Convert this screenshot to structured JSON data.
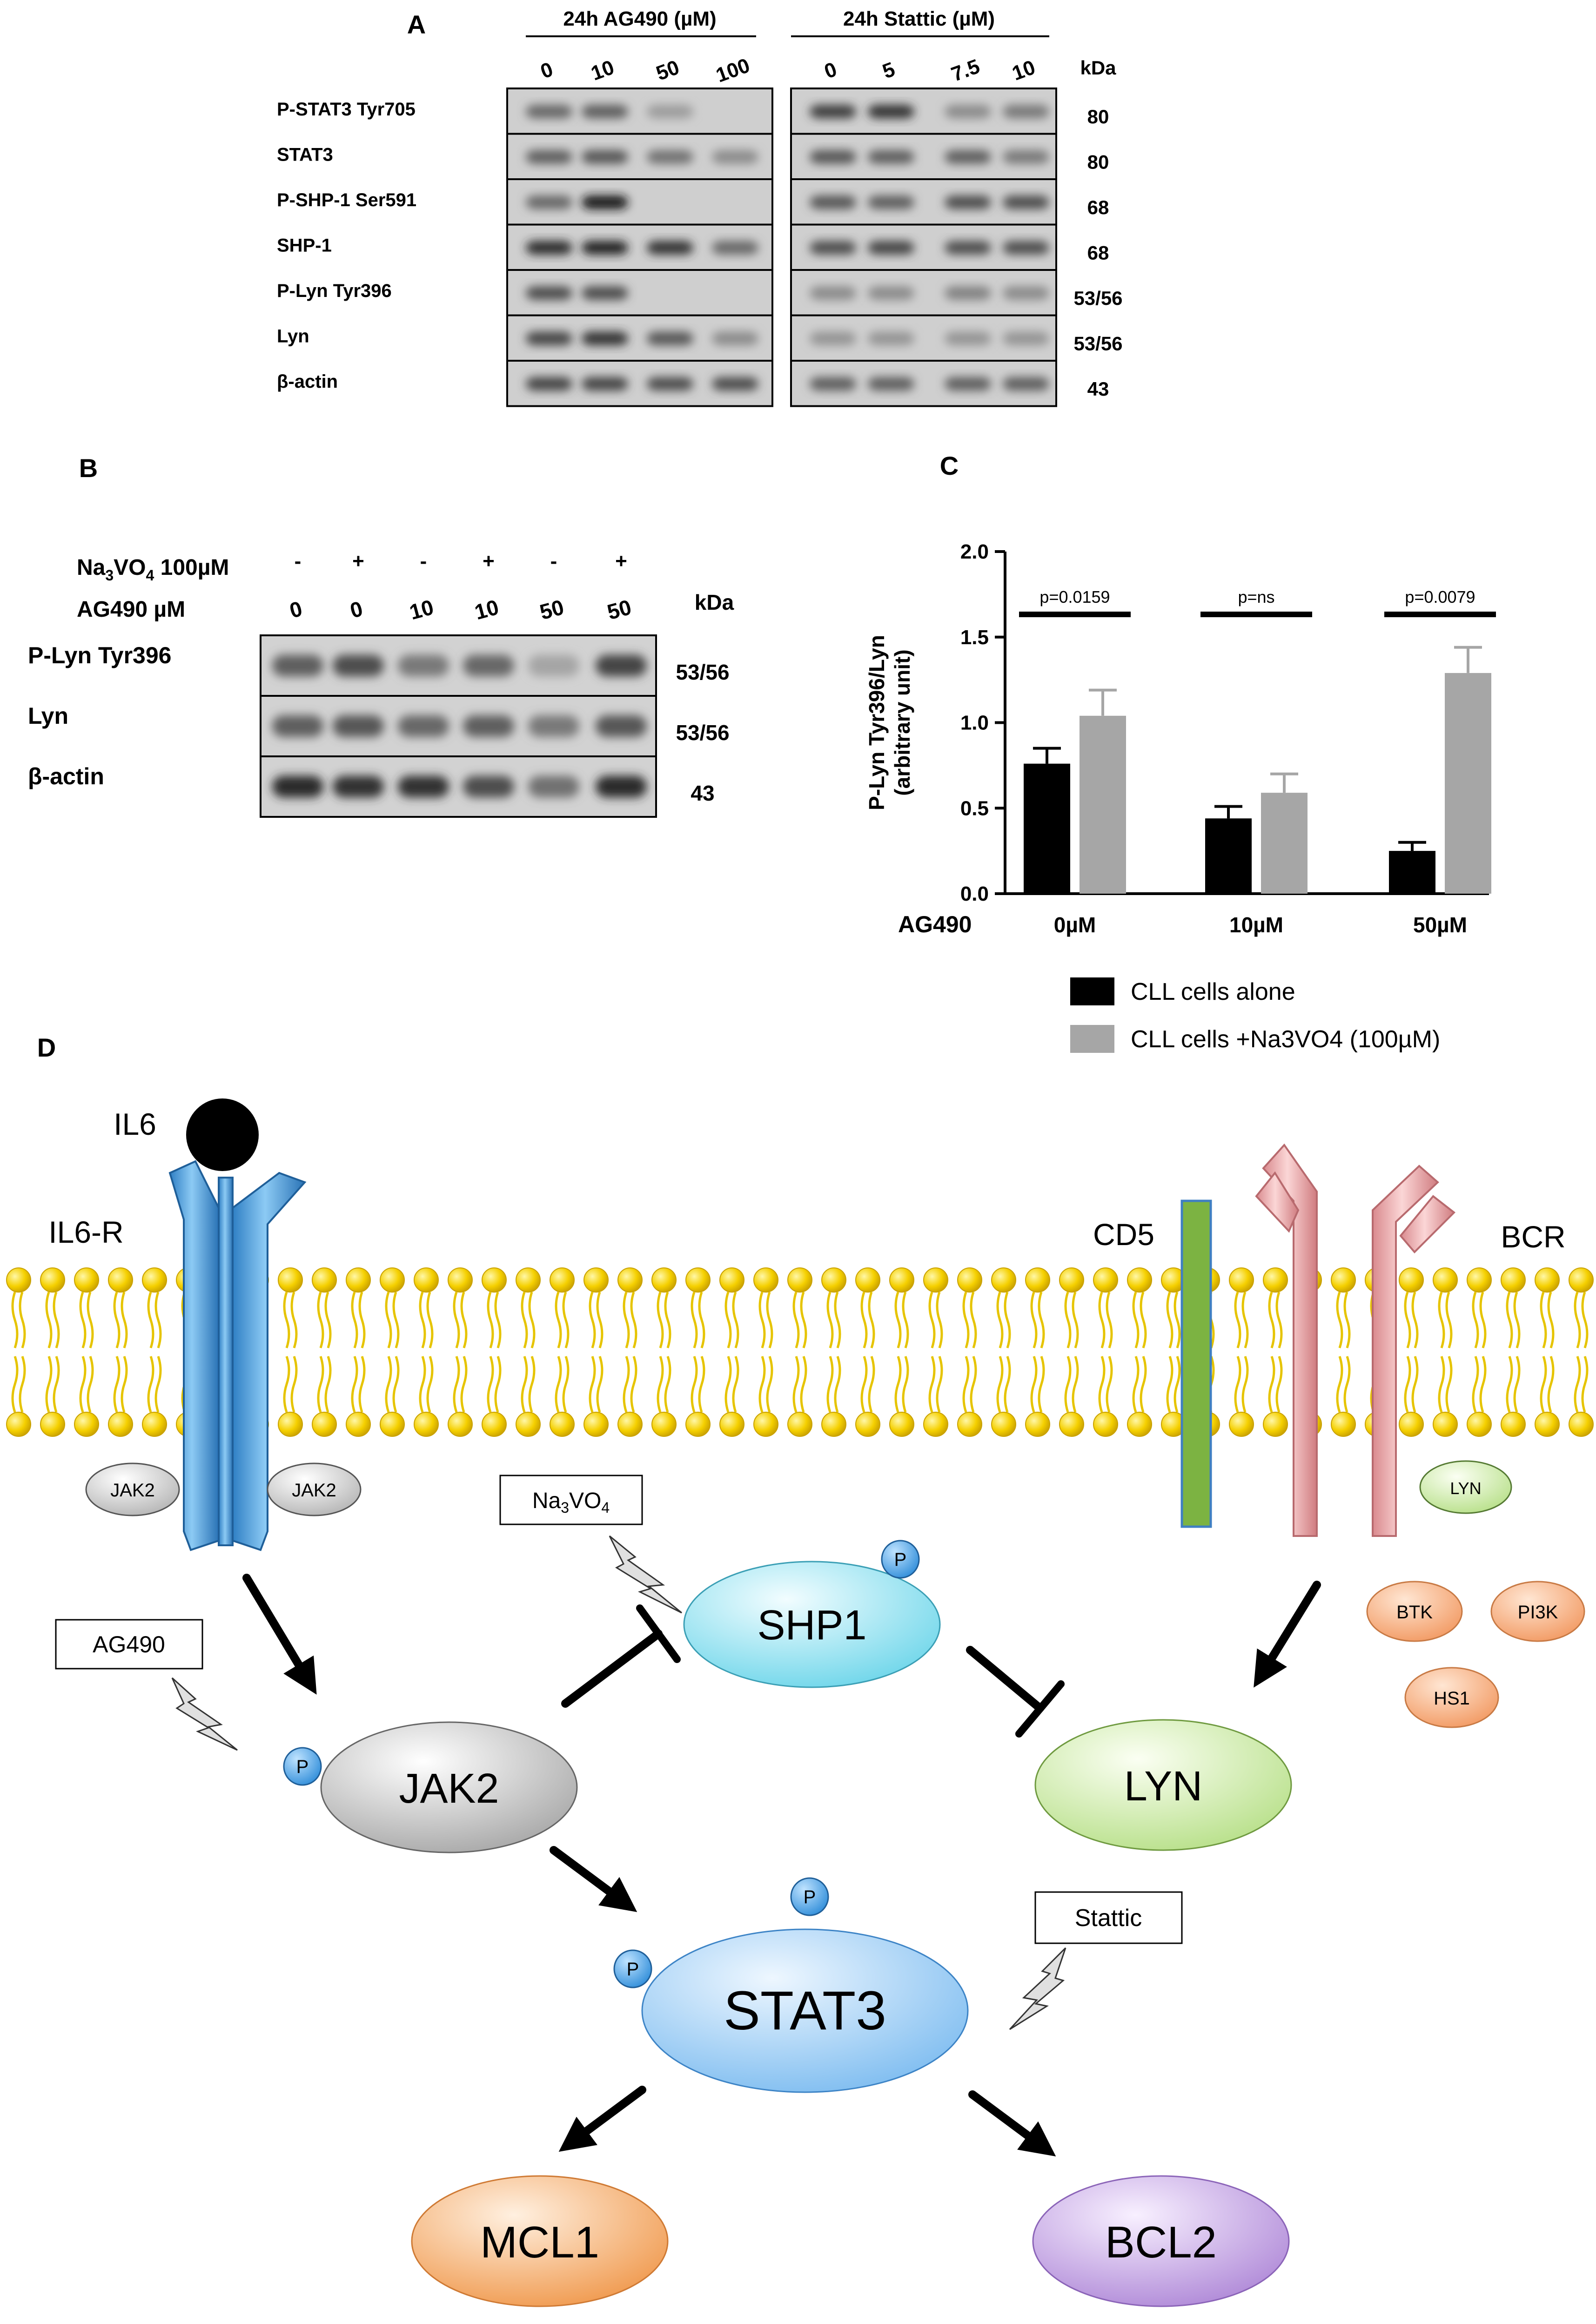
{
  "panel_a": {
    "label": "A",
    "group1_title": "24h AG490 (µM)",
    "group2_title": "24h Stattic (µM)",
    "group1_lanes": [
      "0",
      "10",
      "50",
      "100"
    ],
    "group2_lanes": [
      "0",
      "5",
      "7.5",
      "10"
    ],
    "kda_header": "kDa",
    "rows": [
      {
        "label": "P-STAT3 Tyr705",
        "kda": "80",
        "g1": [
          0.55,
          0.6,
          0.25,
          0.05
        ],
        "g2": [
          0.8,
          0.85,
          0.35,
          0.45
        ]
      },
      {
        "label": "STAT3",
        "kda": "80",
        "g1": [
          0.6,
          0.65,
          0.5,
          0.35
        ],
        "g2": [
          0.65,
          0.6,
          0.6,
          0.45
        ]
      },
      {
        "label": "P-SHP-1 Ser591",
        "kda": "68",
        "g1": [
          0.55,
          1.0,
          0.05,
          0.05
        ],
        "g2": [
          0.65,
          0.6,
          0.7,
          0.7
        ]
      },
      {
        "label": "SHP-1",
        "kda": "68",
        "g1": [
          0.9,
          0.95,
          0.85,
          0.55
        ],
        "g2": [
          0.7,
          0.75,
          0.7,
          0.7
        ]
      },
      {
        "label": "P-Lyn Tyr396",
        "kda": "53/56",
        "g1": [
          0.7,
          0.7,
          0.05,
          0.05
        ],
        "g2": [
          0.35,
          0.35,
          0.4,
          0.35
        ]
      },
      {
        "label": "Lyn",
        "kda": "53/56",
        "g1": [
          0.75,
          0.85,
          0.65,
          0.35
        ],
        "g2": [
          0.3,
          0.3,
          0.3,
          0.3
        ]
      },
      {
        "label": "β-actin",
        "kda": "43",
        "g1": [
          0.75,
          0.75,
          0.7,
          0.7
        ],
        "g2": [
          0.6,
          0.6,
          0.6,
          0.6
        ]
      }
    ]
  },
  "panel_b": {
    "label": "B",
    "na_label_pre": "Na",
    "na_sub1": "3",
    "na_mid": "VO",
    "na_sub2": "4",
    "na_post": " 100µM",
    "na_signs": [
      "-",
      "+",
      "-",
      "+",
      "-",
      "+"
    ],
    "ag_label": "AG490 µM",
    "ag_values": [
      "0",
      "0",
      "10",
      "10",
      "50",
      "50"
    ],
    "kda_header": "kDa",
    "rows": [
      {
        "label": "P-Lyn Tyr396",
        "kda": "53/56",
        "bands": [
          0.6,
          0.7,
          0.45,
          0.55,
          0.2,
          0.75
        ]
      },
      {
        "label": "Lyn",
        "kda": "53/56",
        "bands": [
          0.6,
          0.65,
          0.55,
          0.6,
          0.45,
          0.65
        ]
      },
      {
        "label": "β-actin",
        "kda": "43",
        "bands": [
          0.9,
          0.85,
          0.85,
          0.7,
          0.5,
          0.9
        ]
      }
    ]
  },
  "panel_c": {
    "label": "C",
    "chart_data": {
      "type": "bar",
      "categories": [
        "0µM",
        "10µM",
        "50µM"
      ],
      "category_axis_label": "AG490",
      "ylabel_line1": "P-Lyn Tyr396/Lyn",
      "ylabel_line2": "(arbitrary unit)",
      "ylim": [
        0,
        2.0
      ],
      "yticks": [
        "0.0",
        "0.5",
        "1.0",
        "1.5",
        "2.0"
      ],
      "ytick_values": [
        0,
        0.5,
        1.0,
        1.5,
        2.0
      ],
      "series": [
        {
          "name": "CLL cells alone",
          "color": "#000000",
          "values": [
            0.76,
            0.44,
            0.25
          ],
          "errors": [
            0.09,
            0.07,
            0.05
          ]
        },
        {
          "name": "CLL cells +Na3VO4 (100µM)",
          "color": "#a6a6a6",
          "values": [
            1.04,
            0.59,
            1.29
          ],
          "errors": [
            0.15,
            0.11,
            0.15
          ]
        }
      ],
      "annotations": [
        "p=0.0159",
        "p=ns",
        "p=0.0079"
      ],
      "legend_position": "bottom"
    }
  },
  "panel_d": {
    "label": "D",
    "il6": "IL6",
    "il6r": "IL6-R",
    "cd5": "CD5",
    "bcr": "BCR",
    "jak2_small": "JAK2",
    "lyn_small": "LYN",
    "na_box_pre": "Na",
    "na_box_sub1": "3",
    "na_box_mid": "VO",
    "na_box_sub2": "4",
    "ag490_box": "AG490",
    "stattic_box": "Stattic",
    "shp1": "SHP1",
    "jak2": "JAK2",
    "lyn": "LYN",
    "stat3": "STAT3",
    "mcl1": "MCL1",
    "bcl2": "BCL2",
    "btk": "BTK",
    "pi3k": "PI3K",
    "hs1": "HS1",
    "p": "P",
    "colors": {
      "receptor_blue": "#5aa9e0",
      "bcr_pink": "#e8a3a6",
      "cd5_green": "#7cb342",
      "lipid_yellow": "#f5d000",
      "shp1_cyan": "#8fe3f2",
      "jak2_grey": "#d0d0d0",
      "lyn_green": "#d8f0b0",
      "stat3_blue": "#a9d2f5",
      "mcl1_orange": "#f6b77e",
      "bcl2_purple": "#cdb2e6",
      "small_orange": "#f6b990",
      "p_blue": "#3fa0e6"
    }
  }
}
